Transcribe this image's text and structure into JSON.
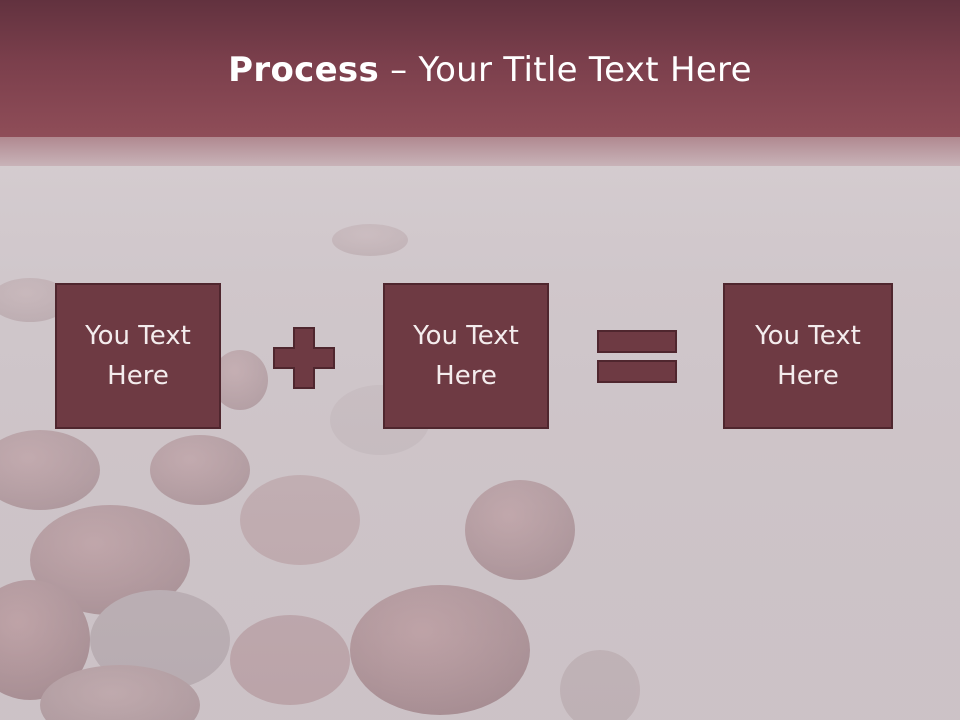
{
  "slide": {
    "title_bold": "Process",
    "title_dash": " – ",
    "title_rest": "Your Title Text Here"
  },
  "process": {
    "boxes": [
      {
        "label": "You Text\nHere"
      },
      {
        "label": "You Text\nHere"
      },
      {
        "label": "You Text\nHere"
      }
    ],
    "operators": [
      "plus-icon",
      "equals-icon"
    ]
  },
  "colors": {
    "header": "#7b3f4c",
    "box_fill": "#6e3a43",
    "box_border": "#4f262e",
    "text": "#ffffff"
  }
}
